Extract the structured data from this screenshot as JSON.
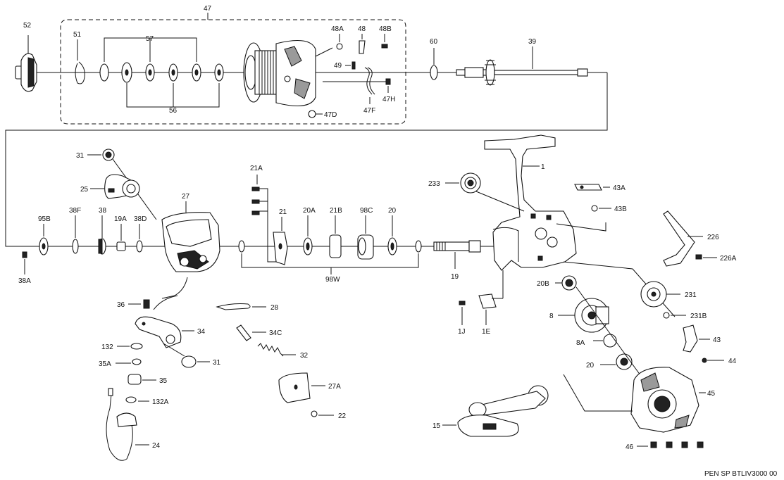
{
  "document": {
    "footer_text": "PEN SP BTLIV3000 00"
  },
  "labels": {
    "l47": "47",
    "l52": "52",
    "l51": "51",
    "l57": "57",
    "l56": "56",
    "l48A": "48A",
    "l48": "48",
    "l48B": "48B",
    "l49": "49",
    "l47H": "47H",
    "l47F": "47F",
    "l47D": "47D",
    "l60": "60",
    "l39": "39",
    "l31a": "31",
    "l25": "25",
    "l27": "27",
    "l95B": "95B",
    "l38F": "38F",
    "l38": "38",
    "l19A": "19A",
    "l38D": "38D",
    "l38A": "38A",
    "l21A": "21A",
    "l21": "21",
    "l20A": "20A",
    "l21B": "21B",
    "l98C": "98C",
    "l20a": "20",
    "l98W": "98W",
    "l19": "19",
    "l233": "233",
    "l1": "1",
    "l43A": "43A",
    "l43B": "43B",
    "l226": "226",
    "l226A": "226A",
    "l36": "36",
    "l28": "28",
    "l34": "34",
    "l34C": "34C",
    "l132": "132",
    "l35A": "35A",
    "l31b": "31",
    "l32": "32",
    "l35": "35",
    "l132A": "132A",
    "l27A": "27A",
    "l22": "22",
    "l24": "24",
    "l1J": "1J",
    "l1E": "1E",
    "l20B": "20B",
    "l231": "231",
    "l8": "8",
    "l231B": "231B",
    "l43": "43",
    "l8A": "8A",
    "l44": "44",
    "l20b": "20",
    "l45": "45",
    "l15": "15",
    "l46": "46"
  }
}
